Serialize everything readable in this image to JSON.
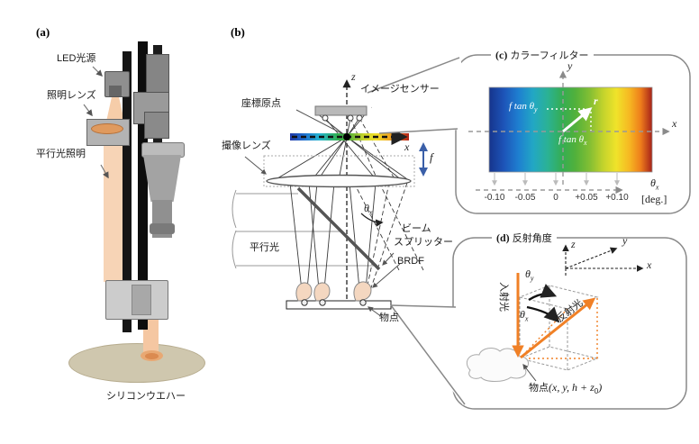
{
  "panel_a": {
    "tag": "(a)",
    "led_label": "LED光源",
    "lens_label": "照明レンズ",
    "beam_label": "平行光照明",
    "wafer_label": "シリコンウエハー"
  },
  "panel_b": {
    "tag": "(b)",
    "axis_z": "z",
    "axis_x": "x",
    "origin_label": "座標原点",
    "sensor_label": "イメージセンサー",
    "lens_label": "撮像レンズ",
    "focal_label": "f",
    "parallel_label": "平行光",
    "theta": "θ",
    "theta_sub": "x",
    "splitter_label_1": "ビーム",
    "splitter_label_2": "スプリッター",
    "brdf_label": "BRDF",
    "object_label": "物点"
  },
  "panel_c": {
    "tag": "(c)",
    "title": "カラーフィルター",
    "axis_y": "y",
    "axis_x": "x",
    "vector_label": "r",
    "ftan_y": "f tan θ",
    "ftan_y_sub": "y",
    "ftan_x": "f tan θ",
    "ftan_x_sub": "x",
    "ticks": [
      "-0.10",
      "-0.05",
      "0",
      "+0.05",
      "+0.10"
    ],
    "axis_theta": "θ",
    "axis_theta_sub": "x",
    "axis_unit": "[deg.]"
  },
  "panel_d": {
    "tag": "(d)",
    "title": "反射角度",
    "axis_z": "z",
    "axis_y": "y",
    "axis_x": "x",
    "theta_y": "θ",
    "theta_y_sub": "y",
    "theta_x": "θ",
    "theta_x_sub": "x",
    "incident_label": "入射光",
    "reflected_label": "反射光",
    "object_label": "物点",
    "object_formula": "(x, y, h + z",
    "object_formula_sub": "0",
    "object_formula_end": ")"
  },
  "colors": {
    "beam_orange": "#f08026",
    "focal_arrow_blue": "#3a5fa8",
    "wafer_tan": "#cfc7ae"
  }
}
